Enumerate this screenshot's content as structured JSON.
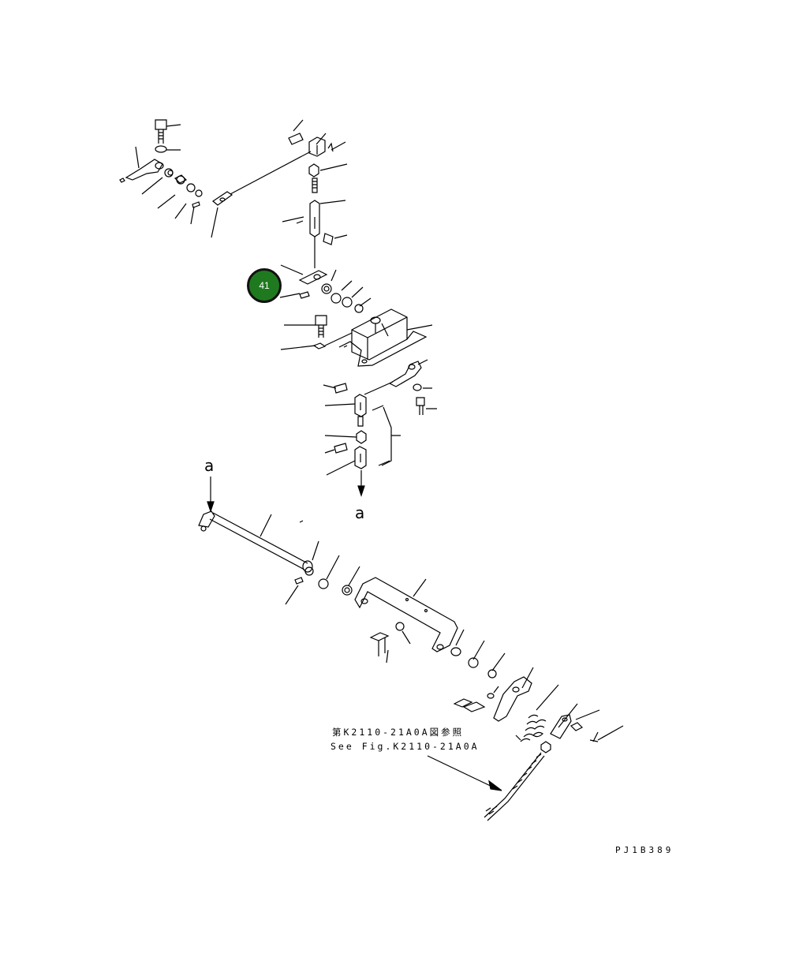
{
  "diagram": {
    "callouts": [
      {
        "id": "41",
        "color": "#1f7a1f"
      }
    ],
    "view_labels": {
      "top_a": "a",
      "bottom_a": "a"
    },
    "reference_note": {
      "jp": "第K2110-21A0A図参照",
      "en": "See Fig.K2110-21A0A"
    },
    "drawing_code": "PJ1B389"
  }
}
